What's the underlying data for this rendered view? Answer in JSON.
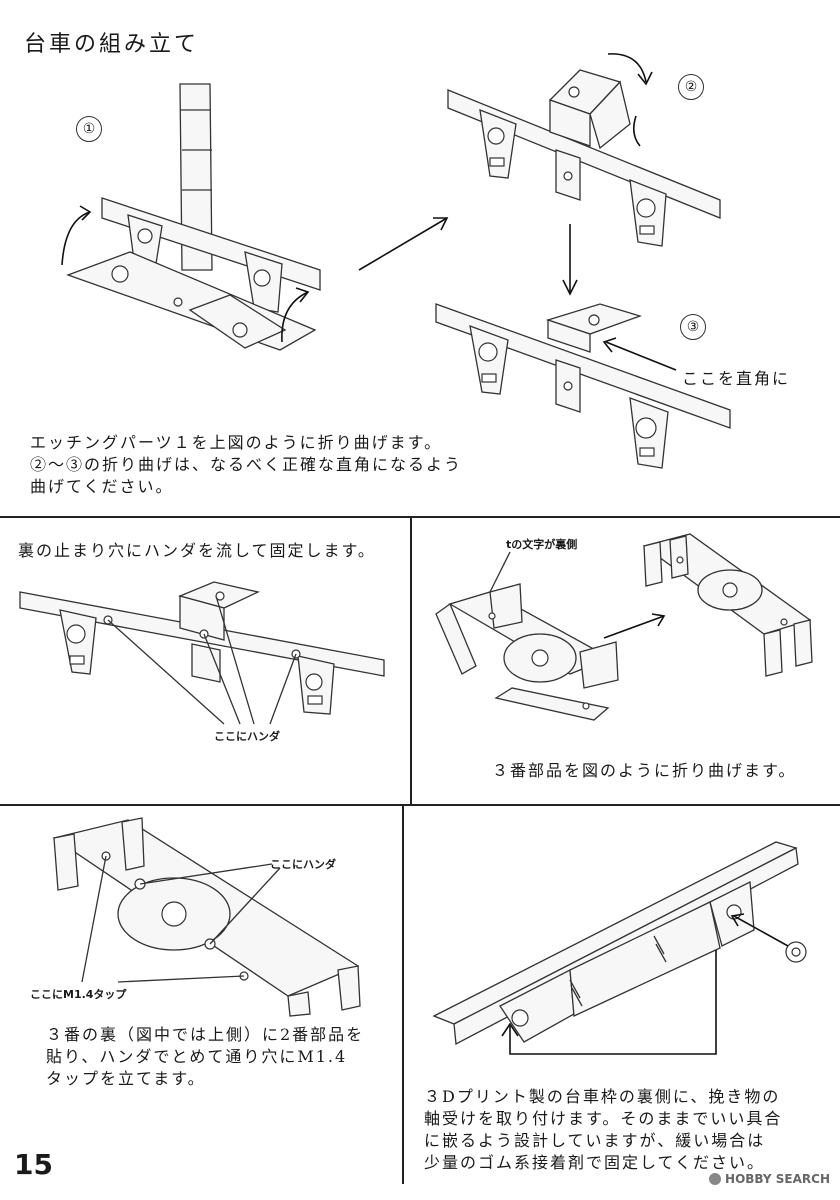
{
  "page": {
    "title": "台車の組み立て",
    "page_number": "15",
    "watermark": "HOBBY SEARCH"
  },
  "section1": {
    "step1_marker": "①",
    "step2_marker": "②",
    "step3_marker": "③",
    "right_angle_label": "ここを直角に",
    "instructions": "エッチングパーツ１を上図のように折り曲げます。\n②～③の折り曲げは、なるべく正確な直角になるよう\n曲げてください。"
  },
  "section2": {
    "instructions": "裏の止まり穴にハンダを流して固定します。",
    "solder_label": "ここにハンダ"
  },
  "section3": {
    "back_side_label": "tの文字が裏側",
    "instructions": "３番部品を図のように折り曲げます。"
  },
  "section4": {
    "solder_label": "ここにハンダ",
    "tap_label": "ここにM1.4タップ",
    "instructions": "３番の裏（図中では上側）に2番部品を\n貼り、ハンダでとめて通り穴にM1.4\nタップを立てます。"
  },
  "section5": {
    "instructions": "３Dプリント製の台車枠の裏側に、挽き物の\n軸受けを取り付けます。そのままでいい具合\nに嵌るよう設計していますが、緩い場合は\n少量のゴム系接着剤で固定してください。"
  }
}
